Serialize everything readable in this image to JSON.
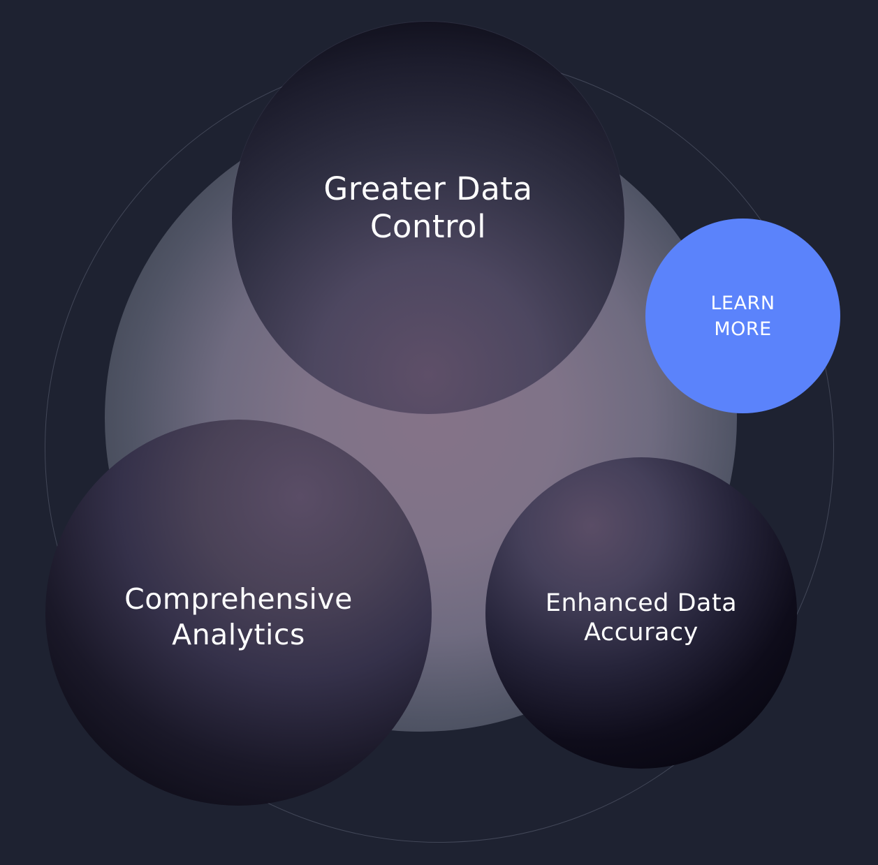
{
  "diagram": {
    "nodes": {
      "top": {
        "label": "Greater Data\nControl"
      },
      "left": {
        "label": "Comprehensive\nAnalytics"
      },
      "right": {
        "label": "Enhanced Data\nAccuracy"
      }
    },
    "cta": {
      "label": "LEARN\nMORE"
    }
  },
  "colors": {
    "background": "#1e2231",
    "cta": "#5b83fb",
    "text": "#ffffff"
  }
}
